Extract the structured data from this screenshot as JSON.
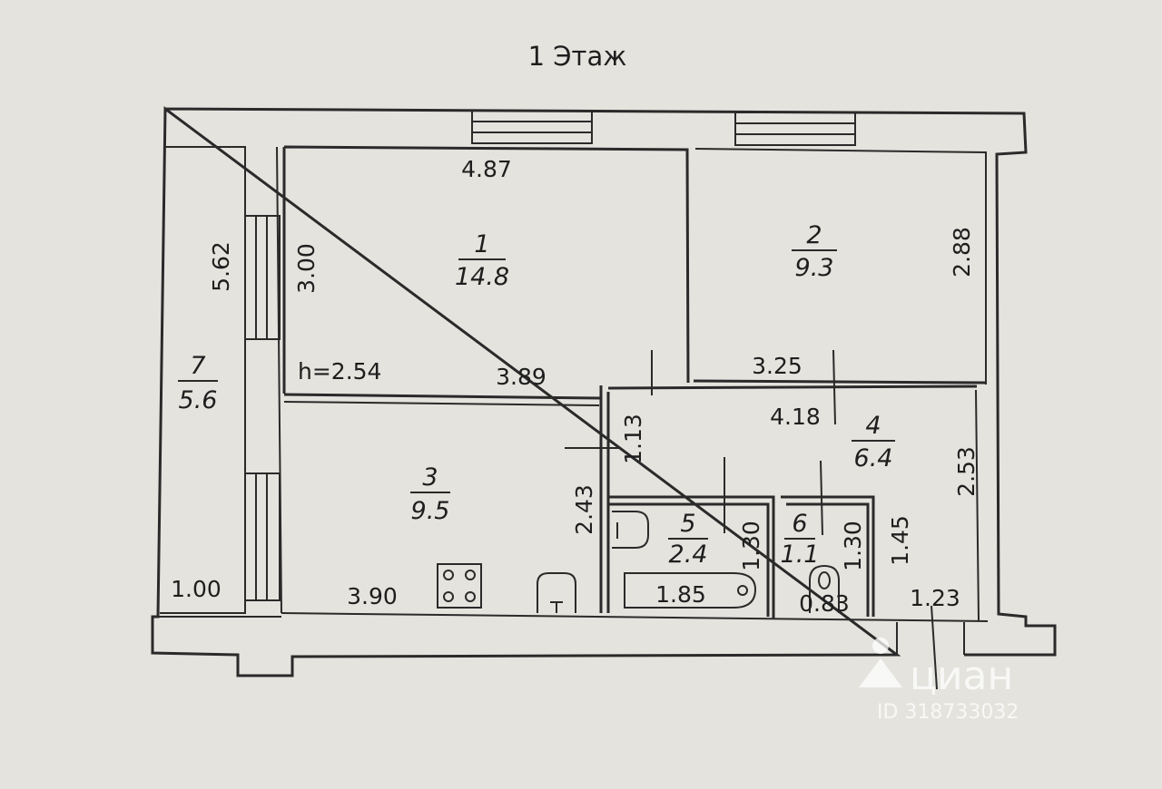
{
  "floor_title": "1 Этаж",
  "ceiling_height": "h=2.54",
  "rooms": [
    {
      "number": "1",
      "area": "14.8"
    },
    {
      "number": "2",
      "area": "9.3"
    },
    {
      "number": "3",
      "area": "9.5"
    },
    {
      "number": "4",
      "area": "6.4"
    },
    {
      "number": "5",
      "area": "2.4"
    },
    {
      "number": "6",
      "area": "1.1"
    },
    {
      "number": "7",
      "area": "5.6"
    }
  ],
  "dimensions": {
    "d487": "4.87",
    "d300": "3.00",
    "d562": "5.62",
    "d288": "2.88",
    "d389": "3.89",
    "d325": "3.25",
    "d113": "1.13",
    "d418": "4.18",
    "d243": "2.43",
    "d253": "2.53",
    "d130a": "1.30",
    "d130b": "1.30",
    "d145": "1.45",
    "d100": "1.00",
    "d390": "3.90",
    "d185": "1.85",
    "d083": "0.83",
    "d123": "1.23"
  },
  "watermark": {
    "brand": "циан",
    "id": "ID 318733032"
  }
}
